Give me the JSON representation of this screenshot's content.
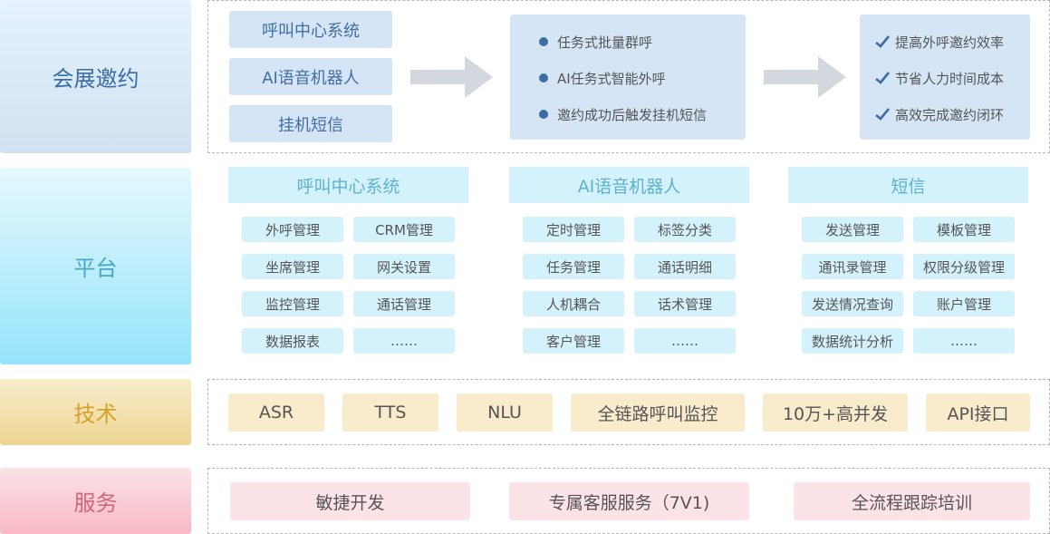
{
  "rows": {
    "invite": {
      "label": "会展邀约",
      "channels": [
        "呼叫中心系统",
        "AI语音机器人",
        "挂机短信"
      ],
      "features": [
        "任务式批量群呼",
        "AI任务式智能外呼",
        "邀约成功后触发挂机短信"
      ],
      "benefits": [
        "提高外呼邀约效率",
        "节省人力时间成本",
        "高效完成邀约闭环"
      ],
      "arrow_icon": "right-arrow",
      "bullet_icon": "dot",
      "benefit_icon": "check"
    },
    "platform": {
      "label": "平台",
      "columns": [
        {
          "title": "呼叫中心系统",
          "items": [
            "外呼管理",
            "CRM管理",
            "坐席管理",
            "网关设置",
            "监控管理",
            "通话管理",
            "数据报表",
            "……"
          ]
        },
        {
          "title": "AI语音机器人",
          "items": [
            "定时管理",
            "标签分类",
            "任务管理",
            "通话明细",
            "人机耦合",
            "话术管理",
            "客户管理",
            "……"
          ]
        },
        {
          "title": "短信",
          "items": [
            "发送管理",
            "模板管理",
            "通讯录管理",
            "权限分级管理",
            "发送情况查询",
            "账户管理",
            "数据统计分析",
            "……"
          ]
        }
      ]
    },
    "tech": {
      "label": "技术",
      "items": [
        "ASR",
        "TTS",
        "NLU",
        "全链路呼叫监控",
        "10万+高并发",
        "API接口"
      ]
    },
    "service": {
      "label": "服务",
      "items": [
        "敏捷开发",
        "专属客服服务（7V1)",
        "全流程跟踪培训"
      ]
    }
  },
  "colors": {
    "invite_accent": "#3a6da6",
    "platform_accent": "#4aa6c8",
    "tech_accent": "#d6a229",
    "service_accent": "#d3667c"
  }
}
